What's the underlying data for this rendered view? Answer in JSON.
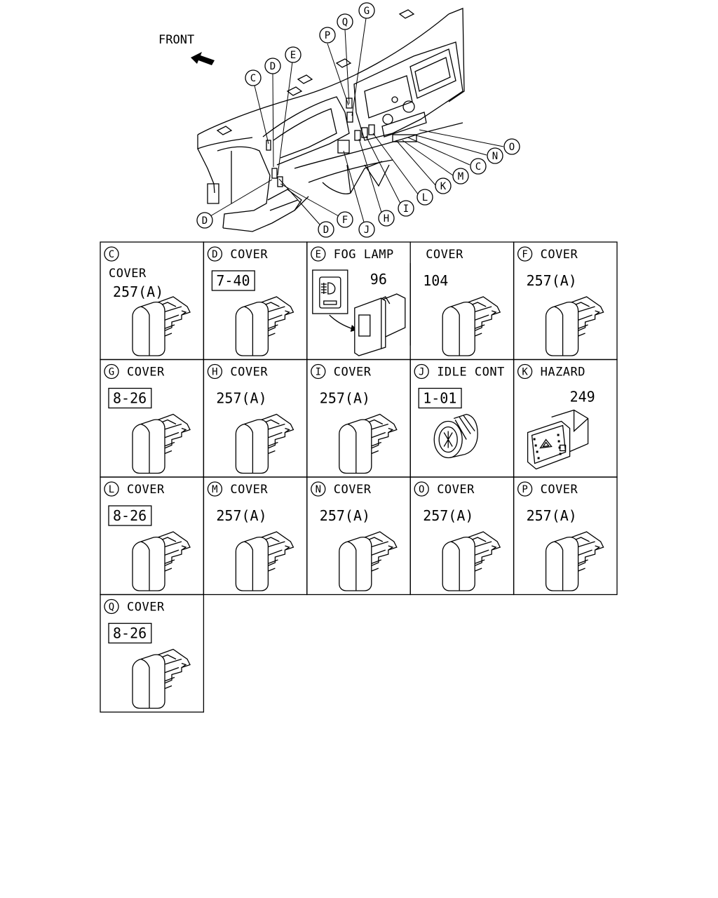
{
  "front_label": "FRONT",
  "callouts_top": [
    "P",
    "Q",
    "G",
    "C",
    "D",
    "E"
  ],
  "callouts_right": [
    "O",
    "N",
    "C",
    "M",
    "K",
    "L",
    "I",
    "H",
    "J",
    "F",
    "D",
    "D"
  ],
  "cells": [
    {
      "letter": "C",
      "title": "",
      "subtitle": "COVER",
      "ref": "257(A)",
      "ref_boxed": false,
      "kind": "cover"
    },
    {
      "letter": "D",
      "title": "COVER",
      "subtitle": "",
      "ref": "7-40",
      "ref_boxed": true,
      "kind": "cover"
    },
    {
      "letter": "E",
      "title": "FOG LAMP",
      "subtitle": "",
      "ref": "96",
      "ref_boxed": false,
      "kind": "foglamp"
    },
    {
      "letter": "",
      "title": "COVER",
      "subtitle": "",
      "ref": "104",
      "ref_boxed": false,
      "kind": "cover"
    },
    {
      "letter": "F",
      "title": "COVER",
      "subtitle": "",
      "ref": "257(A)",
      "ref_boxed": false,
      "kind": "cover"
    },
    {
      "letter": "G",
      "title": "COVER",
      "subtitle": "",
      "ref": "8-26",
      "ref_boxed": true,
      "kind": "cover"
    },
    {
      "letter": "H",
      "title": "COVER",
      "subtitle": "",
      "ref": "257(A)",
      "ref_boxed": false,
      "kind": "cover"
    },
    {
      "letter": "I",
      "title": "COVER",
      "subtitle": "",
      "ref": "257(A)",
      "ref_boxed": false,
      "kind": "cover"
    },
    {
      "letter": "J",
      "title": "IDLE CONT",
      "subtitle": "",
      "ref": "1-01",
      "ref_boxed": true,
      "kind": "knob"
    },
    {
      "letter": "K",
      "title": "HAZARD",
      "subtitle": "",
      "ref": "249",
      "ref_boxed": false,
      "kind": "hazard"
    },
    {
      "letter": "L",
      "title": "COVER",
      "subtitle": "",
      "ref": "8-26",
      "ref_boxed": true,
      "kind": "cover"
    },
    {
      "letter": "M",
      "title": "COVER",
      "subtitle": "",
      "ref": "257(A)",
      "ref_boxed": false,
      "kind": "cover"
    },
    {
      "letter": "N",
      "title": "COVER",
      "subtitle": "",
      "ref": "257(A)",
      "ref_boxed": false,
      "kind": "cover"
    },
    {
      "letter": "O",
      "title": "COVER",
      "subtitle": "",
      "ref": "257(A)",
      "ref_boxed": false,
      "kind": "cover"
    },
    {
      "letter": "P",
      "title": "COVER",
      "subtitle": "",
      "ref": "257(A)",
      "ref_boxed": false,
      "kind": "cover"
    },
    {
      "letter": "Q",
      "title": "COVER",
      "subtitle": "",
      "ref": "8-26",
      "ref_boxed": true,
      "kind": "cover"
    }
  ]
}
